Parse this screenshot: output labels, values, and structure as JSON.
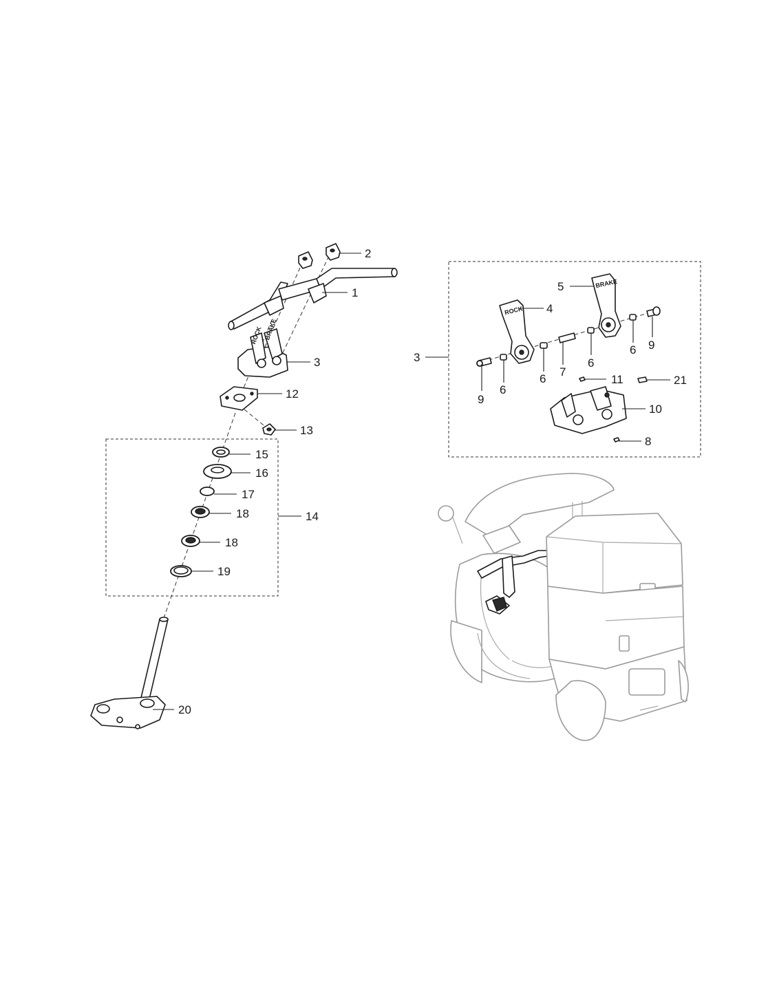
{
  "diagram": {
    "callouts": [
      {
        "id": "c1",
        "label": "1"
      },
      {
        "id": "c2",
        "label": "2"
      },
      {
        "id": "c3",
        "label": "3"
      },
      {
        "id": "c12",
        "label": "12"
      },
      {
        "id": "c13",
        "label": "13"
      },
      {
        "id": "c14",
        "label": "14"
      },
      {
        "id": "c15",
        "label": "15"
      },
      {
        "id": "c16",
        "label": "16"
      },
      {
        "id": "c17",
        "label": "17"
      },
      {
        "id": "c18a",
        "label": "18"
      },
      {
        "id": "c18b",
        "label": "18"
      },
      {
        "id": "c19",
        "label": "19"
      },
      {
        "id": "c20",
        "label": "20"
      },
      {
        "id": "d3",
        "label": "3"
      },
      {
        "id": "d4",
        "label": "4"
      },
      {
        "id": "d5",
        "label": "5"
      },
      {
        "id": "d6a",
        "label": "6"
      },
      {
        "id": "d6b",
        "label": "6"
      },
      {
        "id": "d6c",
        "label": "6"
      },
      {
        "id": "d6d",
        "label": "6"
      },
      {
        "id": "d7",
        "label": "7"
      },
      {
        "id": "d8",
        "label": "8"
      },
      {
        "id": "d9a",
        "label": "9"
      },
      {
        "id": "d9b",
        "label": "9"
      },
      {
        "id": "d10",
        "label": "10"
      },
      {
        "id": "d11",
        "label": "11"
      },
      {
        "id": "d21",
        "label": "21"
      }
    ],
    "lever_labels": {
      "lock_small": "ROCK",
      "brake_small": "BRAKE",
      "lock_detail": "ROCK",
      "brake_detail": "BRAKE"
    }
  }
}
